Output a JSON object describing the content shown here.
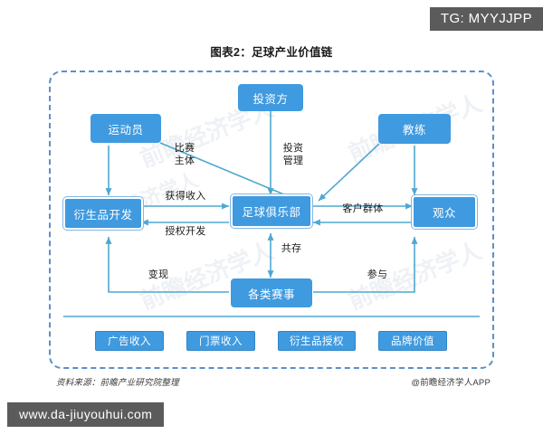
{
  "overlay": {
    "top_right_tag": "TG: MYYJJPP",
    "bottom_left_tag": "www.da-jiuyouhui.com"
  },
  "chart": {
    "title": "图表2：足球产业价值链",
    "source_note": "资料来源：前瞻产业研究院整理",
    "brand_note": "@前瞻经济学人APP",
    "watermark": "前瞻经济学人"
  },
  "colors": {
    "node_fill": "#3f9ae0",
    "node_text": "#ffffff",
    "frame_border": "#5b8fc9",
    "connector": "#4fa8cf",
    "tag_bg": "#5b5b5b",
    "title_text": "#1a1a1a"
  },
  "nodes": [
    {
      "id": "investor",
      "label": "投资方",
      "style": "filled"
    },
    {
      "id": "athlete",
      "label": "运动员",
      "style": "filled"
    },
    {
      "id": "coach",
      "label": "教练",
      "style": "filled"
    },
    {
      "id": "derivative",
      "label": "衍生品开发",
      "style": "outline"
    },
    {
      "id": "club",
      "label": "足球俱乐部",
      "style": "outline"
    },
    {
      "id": "audience",
      "label": "观众",
      "style": "outline"
    },
    {
      "id": "events",
      "label": "各类赛事",
      "style": "filled"
    }
  ],
  "revenue_nodes": [
    {
      "id": "ad-revenue",
      "label": "广告收入"
    },
    {
      "id": "ticket-revenue",
      "label": "门票收入"
    },
    {
      "id": "derivative-license",
      "label": "衍生品授权"
    },
    {
      "id": "brand-value",
      "label": "品牌价值"
    }
  ],
  "edge_labels": [
    {
      "id": "match-subject",
      "text": "比赛\n主体"
    },
    {
      "id": "invest-manage",
      "text": "投资\n管理"
    },
    {
      "id": "obtain-income",
      "text": "获得收入"
    },
    {
      "id": "license-develop",
      "text": "授权开发"
    },
    {
      "id": "customer-group",
      "text": "客户群体"
    },
    {
      "id": "coexist",
      "text": "共存"
    },
    {
      "id": "monetize",
      "text": "变现"
    },
    {
      "id": "participate",
      "text": "参与"
    }
  ]
}
